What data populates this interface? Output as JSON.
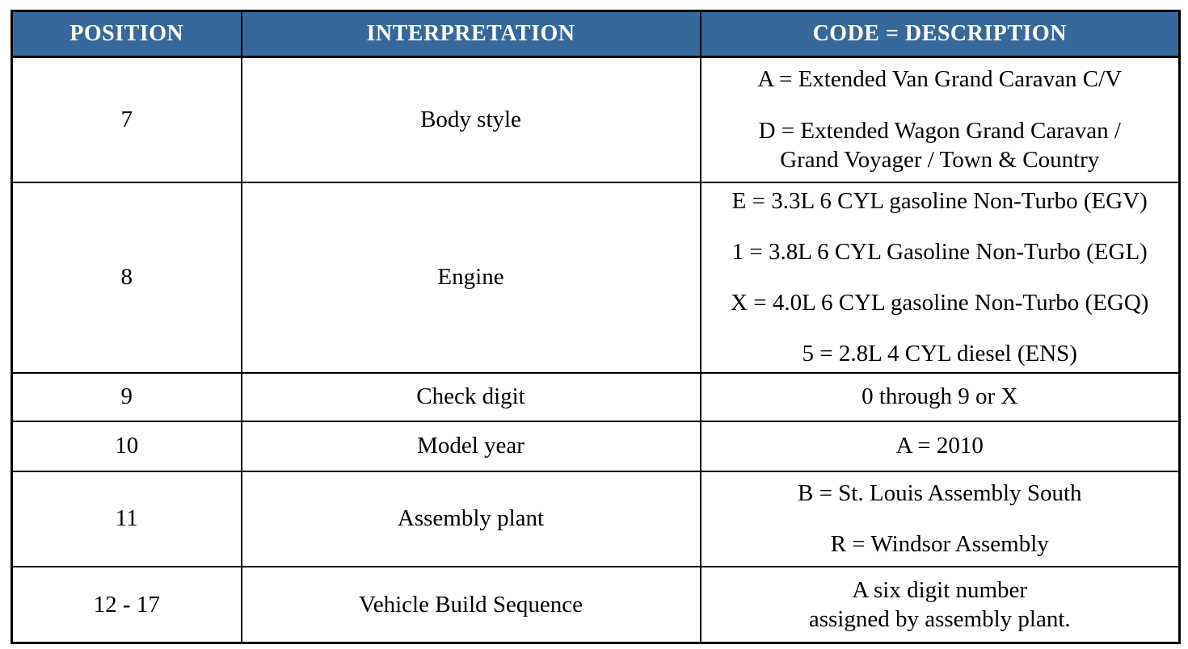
{
  "colors": {
    "header_bg": "#37689b",
    "header_text": "#ffffff",
    "border": "#000000",
    "body_text": "#000000",
    "page_bg": "#ffffff"
  },
  "table": {
    "columns": [
      "POSITION",
      "INTERPRETATION",
      "CODE = DESCRIPTION"
    ],
    "rows": [
      {
        "position": "7",
        "interpretation": "Body style",
        "codes": [
          "A = Extended Van Grand Caravan C/V",
          "D = Extended Wagon Grand Caravan /\nGrand Voyager / Town & Country"
        ]
      },
      {
        "position": "8",
        "interpretation": "Engine",
        "codes": [
          "E = 3.3L 6 CYL gasoline Non-Turbo (EGV)",
          "1 = 3.8L 6 CYL Gasoline Non-Turbo (EGL)",
          "X = 4.0L 6 CYL gasoline Non-Turbo (EGQ)",
          "5 = 2.8L 4 CYL diesel (ENS)"
        ]
      },
      {
        "position": "9",
        "interpretation": "Check digit",
        "codes": [
          "0 through 9 or X"
        ]
      },
      {
        "position": "10",
        "interpretation": "Model year",
        "codes": [
          "A = 2010"
        ]
      },
      {
        "position": "11",
        "interpretation": "Assembly plant",
        "codes": [
          "B = St. Louis Assembly South",
          "R = Windsor Assembly"
        ]
      },
      {
        "position": "12 - 17",
        "interpretation": "Vehicle Build Sequence",
        "codes": [
          "A six digit number\nassigned by assembly plant."
        ]
      }
    ]
  }
}
